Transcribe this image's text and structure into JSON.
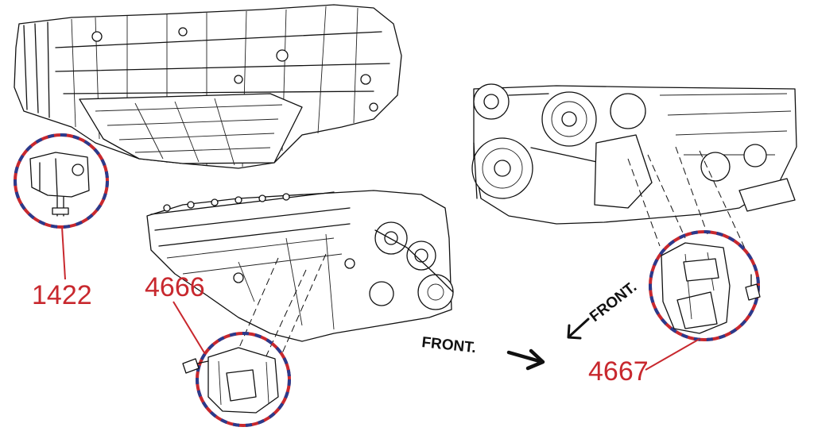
{
  "callouts": [
    {
      "label": "1422"
    },
    {
      "label": "4666"
    },
    {
      "label": "4667"
    }
  ],
  "front_labels": [
    "FRONT.",
    "FRONT."
  ],
  "colors": {
    "callout_text": "#c8282e",
    "ring_red": "#c8282e",
    "ring_blue": "#2b3a8c",
    "line_art": "#111111"
  }
}
